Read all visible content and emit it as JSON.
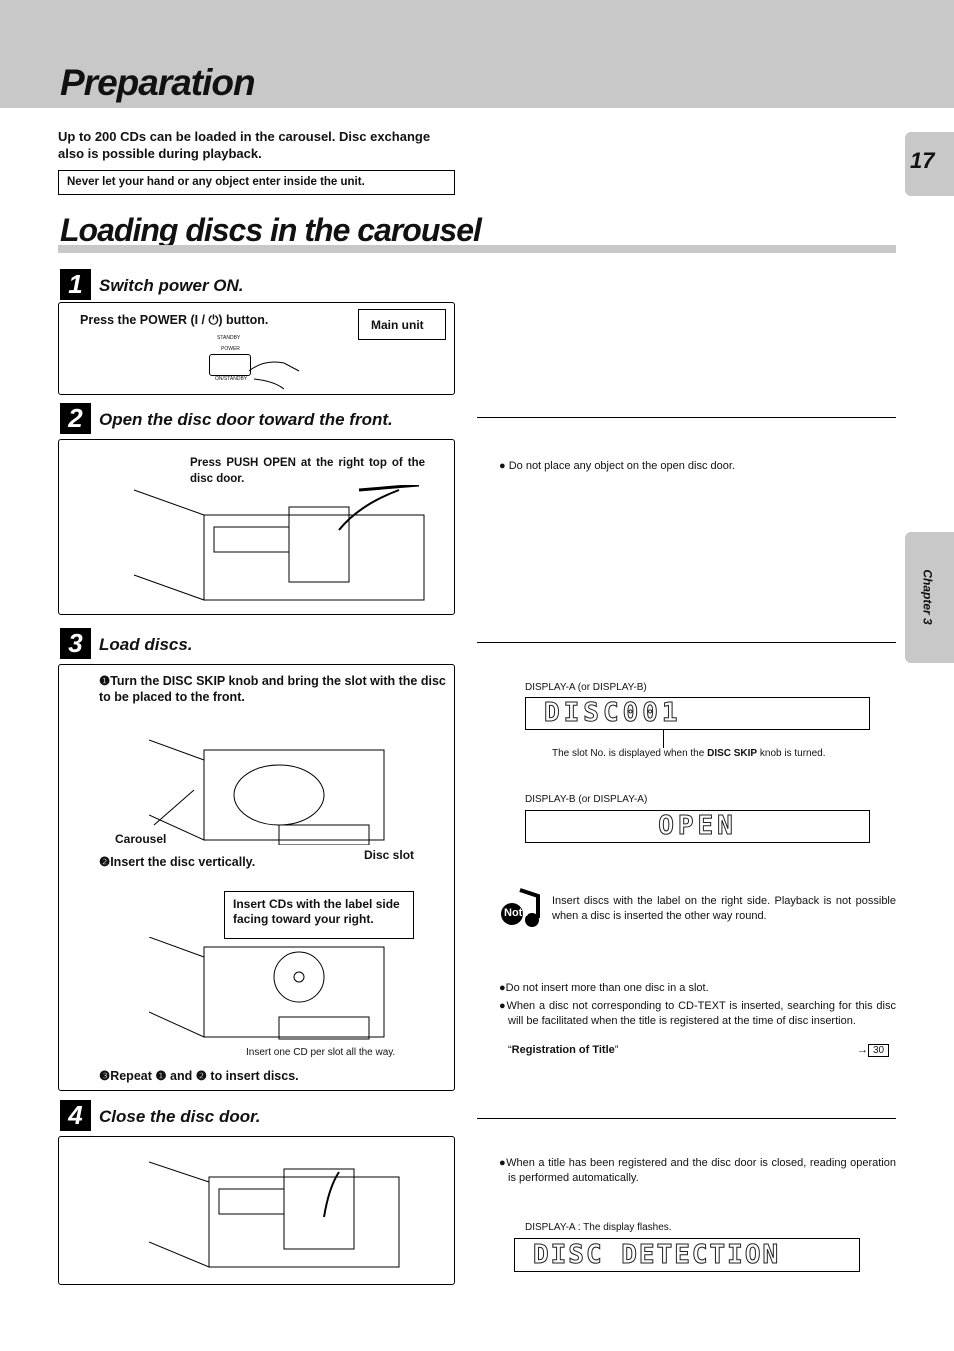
{
  "header": {
    "title": "Preparation"
  },
  "page_number": "17",
  "chapter_tab": "Chapter 3",
  "intro": "Up to 200 CDs can be loaded in the carousel. Disc exchange also is possible during playback.",
  "warning": "Never let your hand or any object enter inside the unit.",
  "section_title": "Loading discs in the carousel",
  "steps": [
    {
      "num": "1",
      "heading": "Switch power ON.",
      "text": "Press the POWER (I / ⏻) button.",
      "badge": "Main unit",
      "labels": [
        "STANDBY",
        "POWER",
        "ON/STANDBY"
      ]
    },
    {
      "num": "2",
      "heading": "Open the disc door toward the front.",
      "text": "Press PUSH OPEN at the right top of the disc door.",
      "note": "Do not place any object on the open disc door."
    },
    {
      "num": "3",
      "heading": "Load discs.",
      "sub1": "❶Turn the DISC SKIP knob and bring the slot with the disc to be placed to the front.",
      "carousel": "Carousel",
      "disc_slot": "Disc slot",
      "sub2": "❷Insert the disc vertically.",
      "callout": "Insert CDs with the label side facing toward your right.",
      "caption": "Insert one CD per slot all the way.",
      "sub3": "❸Repeat ❶ and ❷ to insert discs."
    },
    {
      "num": "4",
      "heading": "Close the disc door."
    }
  ],
  "right": {
    "display1_label": "DISPLAY-A (or DISPLAY-B)",
    "display1": "DISC001",
    "display1_note_pre": "The slot No. is displayed when the ",
    "display1_note_bold": "DISC SKIP",
    "display1_note_post": " knob is turned.",
    "display2_label": "DISPLAY-B (or DISPLAY-A)",
    "display2": "OPEN",
    "note_icon": "Note",
    "note_text": "Insert discs with the label on the right side. Playback is not possible when a disc is inserted the other way round.",
    "bullets": [
      "Do not insert more than one disc in a slot.",
      "When a disc not corresponding to CD-TEXT is inserted, searching for this disc will be facilitated when the title is registered at the time of disc insertion."
    ],
    "ref_title": "Registration of Title",
    "ref_page": "30",
    "close_note": "When a title has been registered and the disc door is closed, reading operation is performed automatically.",
    "display3_label": "DISPLAY-A : The display flashes.",
    "display3": "DISC DETECTION"
  }
}
